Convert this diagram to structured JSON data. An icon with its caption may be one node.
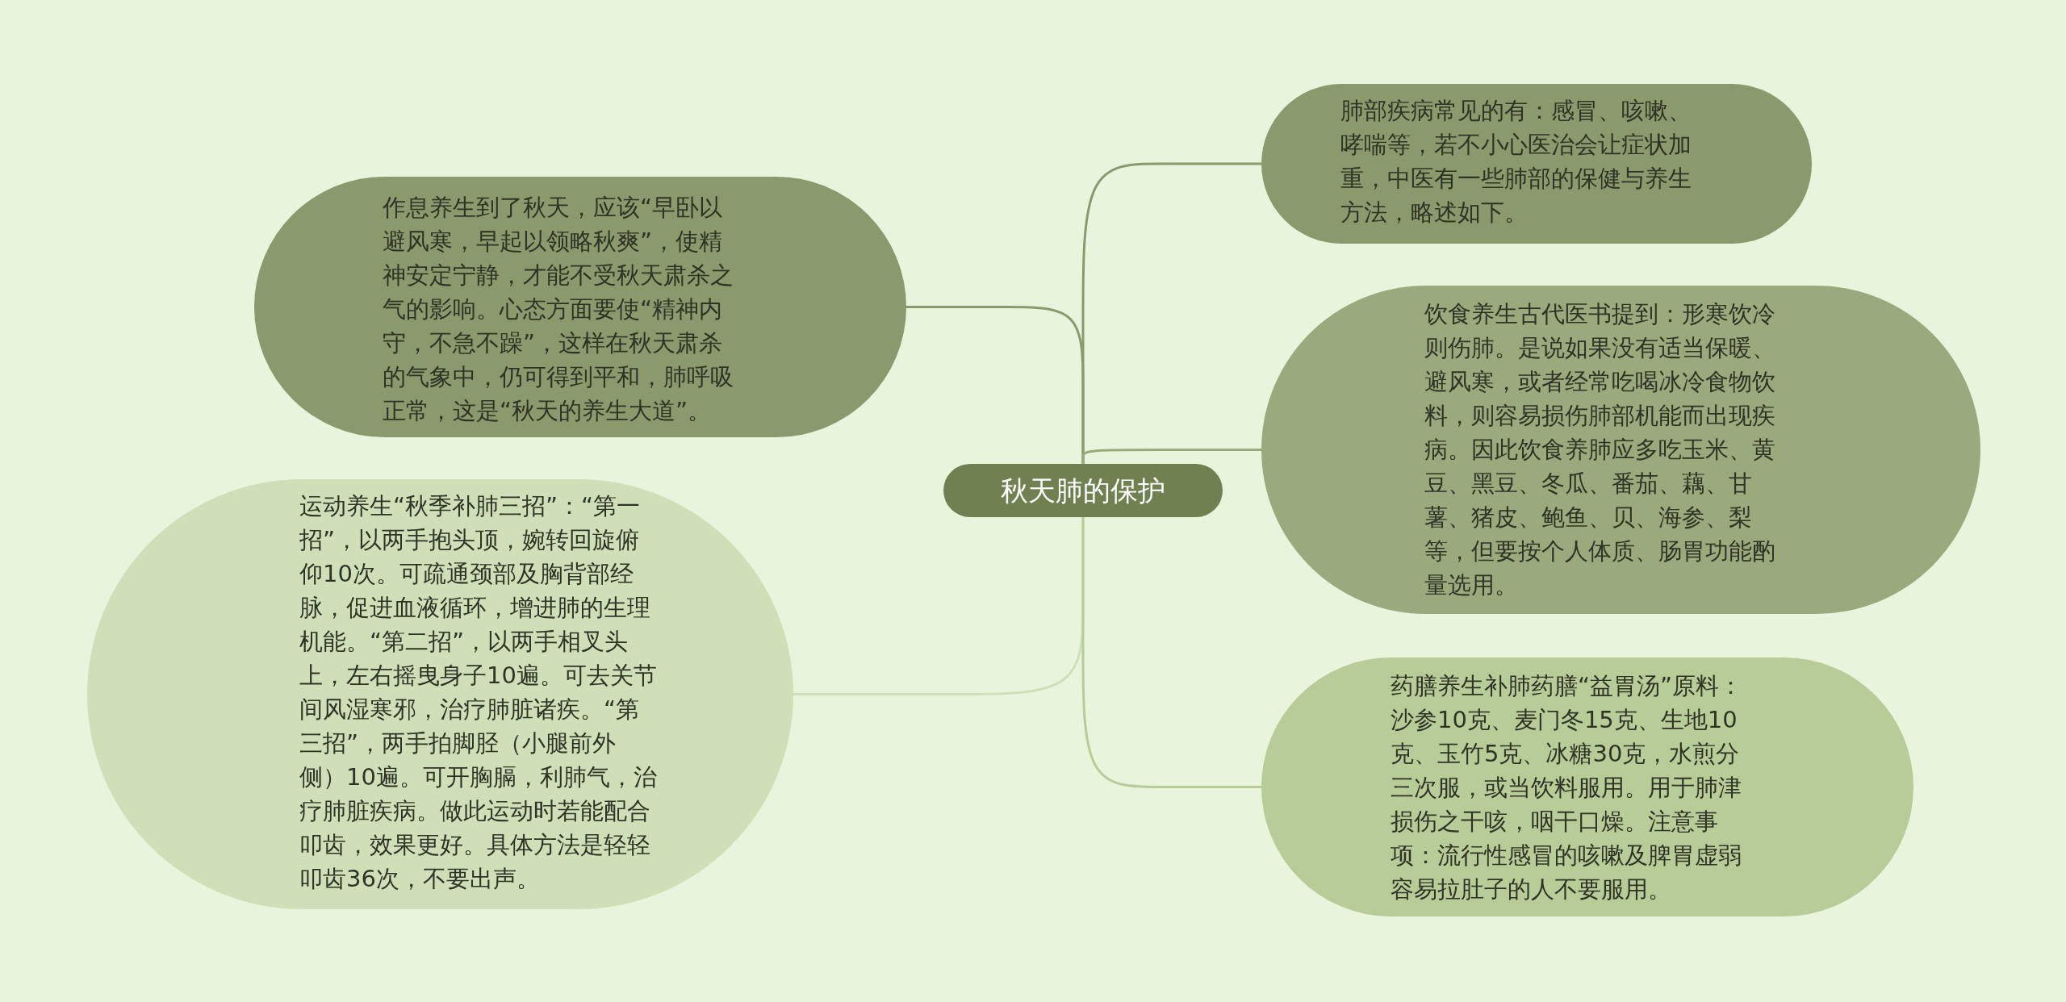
{
  "diagram": {
    "nodes": [
      {
        "text": [
          "秋天肺的保护"
        ]
      },
      {
        "text": [
          "作息养生到了秋天，应该“早卧以避风寒，早起以领略秋爽”，使精神安定宁静，才能不受秋天肃杀之气的影响。心态方面要使“精神内守，不急不躁”，这样在秋天肃杀的气象中，仍可得到平和，肺呼吸正常，这是“秋天的养生大道”。"
        ]
      },
      {
        "text": [
          "运动养生“秋季补肺三招”：“第一招”，以两手抱头顶，婉转回旋俯仰10次。可疏通颈部及胸背部经脉，促进血液循环，增进肺的生理机能。“第二招”，以两手相叉头上，左右摇曳身子10遍。可去关节间风湿寒邪，治疗肺脏诸疾。“第三招”，两手拍脚胫（小腿前外侧）10遍。可开胸膈，利肺气，治疗肺脏疾病。做此运动时若能配合叩齿，效果更好。具体方法是轻轻叩齿36次，不要出声。"
        ]
      },
      {
        "text": [
          "肺部疾病常见的有：感冒、咳嗽、哮喘等，若不小心医治会让症状加重，中医有一些肺部的保健与养生方法，略述如下。"
        ]
      },
      {
        "text": [
          "饮食养生古代医书提到：形寒饮冷则伤肺。是说如果没有适当保暖、避风寒，或者经常吃喝冰冷食物饮料，则容易损伤肺部机能而出现疾病。因此饮食养肺应多吃玉米、黄豆、黑豆、冬瓜、番茄、藕、甘薯、猪皮、鲍鱼、贝、海参、梨等，但要按个人体质、肠胃功能酌量选用。"
        ]
      },
      {
        "text": [
          "药膳养生补肺药膳“益胃汤”原料：沙参10克、麦门冬15克、生地10克、玉竹5克、冰糖30克，水煎分三次服，或当饮料服用。用于肺津损伤之干咳，咽干口燥。注意事项：流行性感冒的咳嗽及脾胃虚弱容易拉肚子的人不要服用。"
        ]
      }
    ],
    "edges": [
      {
        "from": 0,
        "to": 1,
        "arrow": "none",
        "color": "#8a9a6c"
      },
      {
        "from": 0,
        "to": 2,
        "arrow": "none",
        "color": "#cfe0b8"
      },
      {
        "from": 0,
        "to": 3,
        "arrow": "none",
        "color": "#8a9a6c"
      },
      {
        "from": 0,
        "to": 4,
        "arrow": "none",
        "color": "#9aaa7c"
      },
      {
        "from": 0,
        "to": 5,
        "arrow": "none",
        "color": "#b8cc98"
      }
    ]
  }
}
